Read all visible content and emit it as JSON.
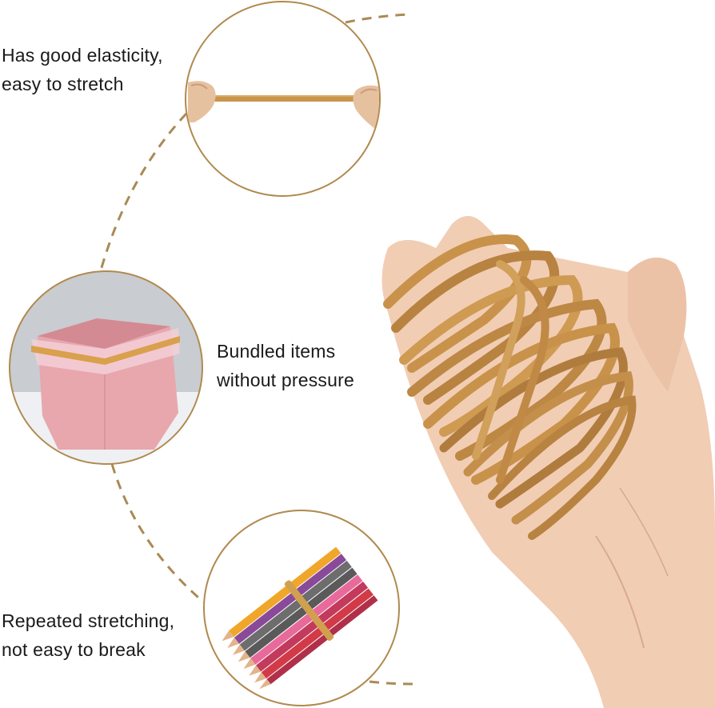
{
  "features": [
    {
      "id": "elasticity",
      "line1": "Has good elasticity,",
      "line2": "easy to stretch",
      "image": "hands-stretching-rubber-band"
    },
    {
      "id": "bundled",
      "line1": "Bundled items",
      "line2": "without pressure",
      "image": "pink-bin-with-rubber-band"
    },
    {
      "id": "durable",
      "line1": "Repeated stretching,",
      "line2": "not easy to break",
      "image": "colored-pencils-bundled"
    }
  ],
  "hero_image": "hand-holding-rubber-bands",
  "colors": {
    "accent_gold": "#b08a4e",
    "rubber_band": "#c8954a",
    "text": "#1a1a1a",
    "background": "#ffffff"
  }
}
